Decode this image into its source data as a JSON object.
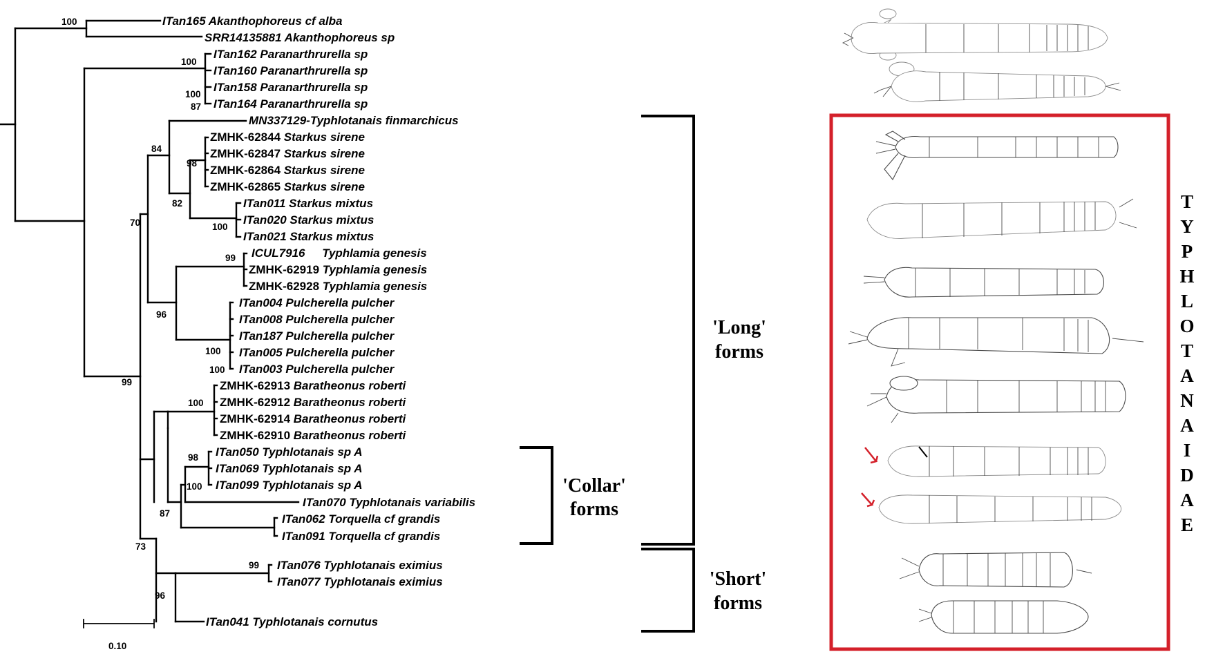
{
  "taxa": [
    {
      "prefix": "ITan165 ",
      "name": "Akanthophoreus cf alba"
    },
    {
      "prefix": "SRR14135881 ",
      "name": "Akanthophoreus sp"
    },
    {
      "prefix": "ITan162 ",
      "name": "Paranarthrurella sp"
    },
    {
      "prefix": "ITan160 ",
      "name": "Paranarthrurella sp"
    },
    {
      "prefix": "ITan158 ",
      "name": "Paranarthrurella sp"
    },
    {
      "prefix": "ITan164 ",
      "name": "Paranarthrurella sp"
    },
    {
      "prefix": "MN337129-",
      "name": "Typhlotanais finmarchicus"
    },
    {
      "prefix": "ZMHK-62844 ",
      "name": "Starkus sirene"
    },
    {
      "prefix": "ZMHK-62847 ",
      "name": "Starkus sirene"
    },
    {
      "prefix": "ZMHK-62864 ",
      "name": "Starkus sirene"
    },
    {
      "prefix": "ZMHK-62865 ",
      "name": "Starkus sirene"
    },
    {
      "prefix": "ITan011 ",
      "name": "Starkus mixtus"
    },
    {
      "prefix": "ITan020 ",
      "name": "Starkus mixtus"
    },
    {
      "prefix": "ITan021 ",
      "name": "Starkus mixtus"
    },
    {
      "prefix": "ICUL7916 ",
      "name": "Typhlamia genesis"
    },
    {
      "prefix": "ZMHK-62919 ",
      "name": "Typhlamia genesis"
    },
    {
      "prefix": "ZMHK-62928 ",
      "name": "Typhlamia genesis"
    },
    {
      "prefix": "ITan004 ",
      "name": "Pulcherella pulcher"
    },
    {
      "prefix": "ITan008 ",
      "name": "Pulcherella pulcher"
    },
    {
      "prefix": "ITan187 ",
      "name": "Pulcherella pulcher"
    },
    {
      "prefix": "ITan005 ",
      "name": "Pulcherella pulcher"
    },
    {
      "prefix": "ITan003 ",
      "name": "Pulcherella pulcher"
    },
    {
      "prefix": "ZMHK-62913 ",
      "name": "Baratheonus roberti"
    },
    {
      "prefix": "ZMHK-62912 ",
      "name": "Baratheonus roberti"
    },
    {
      "prefix": "ZMHK-62914 ",
      "name": "Baratheonus roberti"
    },
    {
      "prefix": "ZMHK-62910 ",
      "name": "Baratheonus roberti"
    },
    {
      "prefix": "ITan050 ",
      "name": "Typhlotanais sp A"
    },
    {
      "prefix": "ITan069 ",
      "name": "Typhlotanais sp A"
    },
    {
      "prefix": "ITan099 ",
      "name": "Typhlotanais sp A"
    },
    {
      "prefix": "ITan070 ",
      "name": "Typhlotanais variabilis"
    },
    {
      "prefix": "ITan062 ",
      "name": "Torquella cf grandis"
    },
    {
      "prefix": "ITan091 ",
      "name": "Torquella cf grandis"
    },
    {
      "prefix": "ITan076 ",
      "name": "Typhlotanais eximius"
    },
    {
      "prefix": "ITan077 ",
      "name": "Typhlotanais eximius"
    },
    {
      "prefix": "ITan041 ",
      "name": "Typhlotanais cornutus"
    }
  ],
  "support_values": [
    "100",
    "100",
    "100",
    "87",
    "84",
    "98",
    "82",
    "100",
    "70",
    "99",
    "96",
    "100",
    "100",
    "99",
    "100",
    "98",
    "100",
    "87",
    "73",
    "99",
    "96"
  ],
  "groups": {
    "long": {
      "line1": "'Long'",
      "line2": "forms"
    },
    "collar": {
      "line1": "'Collar'",
      "line2": "forms"
    },
    "short": {
      "line1": "'Short'",
      "line2": "forms"
    }
  },
  "family_label": "TYPHLOTANAIDAE",
  "scale_bar": {
    "label": "0.10"
  },
  "colors": {
    "tree": "#000000",
    "highlight_box": "#d4202a",
    "arrow": "#d4202a"
  }
}
